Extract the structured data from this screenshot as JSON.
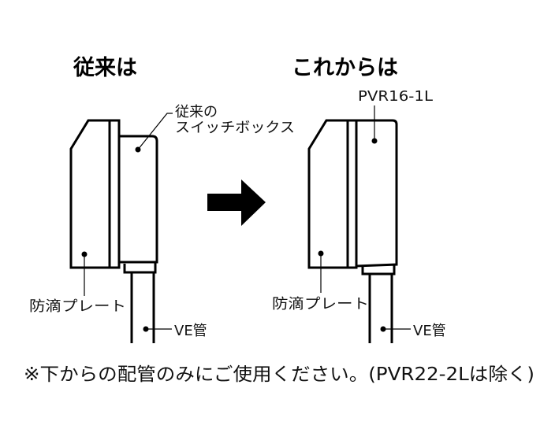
{
  "before": {
    "title": "従来は",
    "box_label_line1": "従来の",
    "box_label_line2": "スイッチボックス",
    "plate_label": "防滴プレート",
    "pipe_label": "VE管"
  },
  "after": {
    "title": "これからは",
    "box_label": "PVR16-1L",
    "plate_label": "防滴プレート",
    "pipe_label": "VE管"
  },
  "colors": {
    "box_fill": "#d9d9d9",
    "line": "#000000"
  },
  "footnote": "※下からの配管のみにご使用ください。(PVR22-2Lは除く)"
}
